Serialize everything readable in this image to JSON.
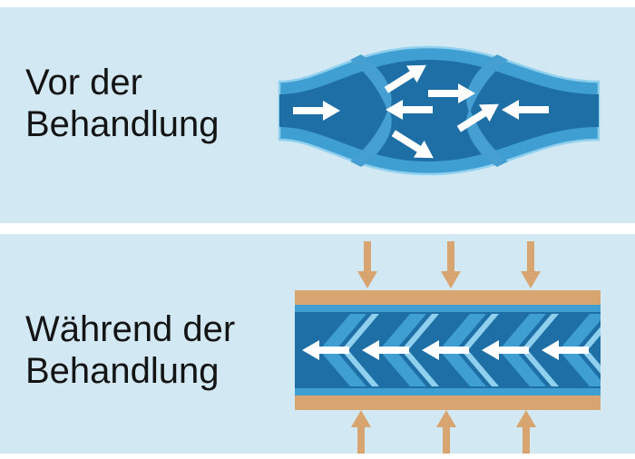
{
  "title": "Vein compression treatment diagram",
  "colors": {
    "background": "#d2e9f3",
    "frame": "#ffffff",
    "text": "#141414",
    "vein_wall": "#3f9fd2",
    "vein_inner": "#1d6fa6",
    "vein_flap": "#459fd0",
    "vein_light": "#8fd0ee",
    "flow_arrow": "#ffffff",
    "compression": "#d8a571"
  },
  "panels": {
    "before": {
      "line1": "Vor der",
      "line2": "Behandlung"
    },
    "during": {
      "line1": "Während der",
      "line2": "Behandlung"
    }
  }
}
